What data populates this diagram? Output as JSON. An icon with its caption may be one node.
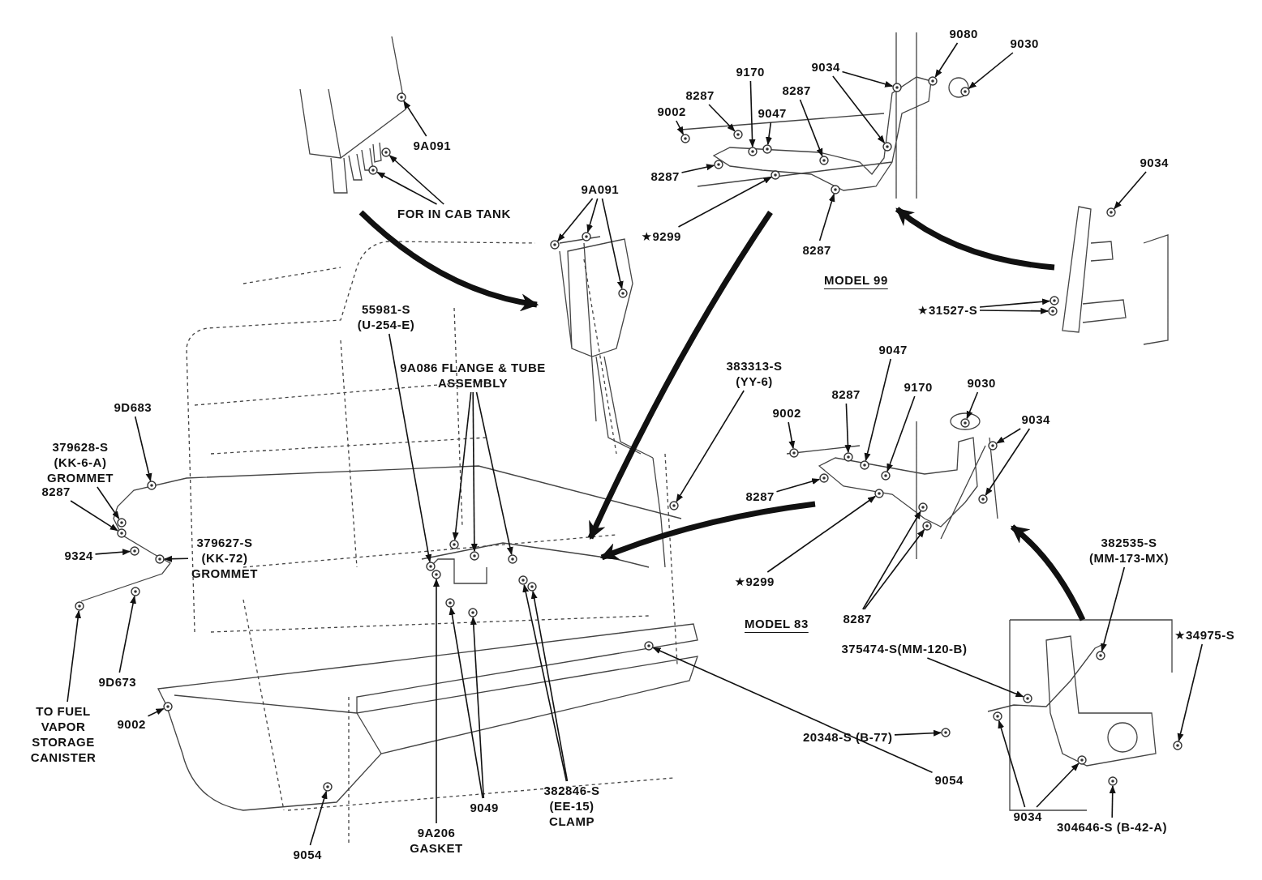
{
  "diagram": {
    "nodes": [
      {
        "text": [
          "9A091"
        ]
      },
      {
        "text": [
          "FOR IN CAB TANK"
        ]
      },
      {
        "text": [
          "9A091"
        ]
      },
      {
        "text": [
          "9002"
        ]
      },
      {
        "text": [
          "8287"
        ]
      },
      {
        "text": [
          "9170"
        ]
      },
      {
        "text": [
          "9047"
        ]
      },
      {
        "text": [
          "8287"
        ]
      },
      {
        "text": [
          "9034"
        ]
      },
      {
        "text": [
          "9080"
        ]
      },
      {
        "text": [
          "9030"
        ]
      },
      {
        "text": [
          "8287"
        ]
      },
      {
        "text": [
          "★9299"
        ]
      },
      {
        "text": [
          "8287"
        ]
      },
      {
        "text": [
          "9034"
        ]
      },
      {
        "text": [
          "★31527-S"
        ]
      },
      {
        "text": [
          "55981-S (U-254-E)"
        ]
      },
      {
        "text": [
          "9A086 FLANGE & TUBE ASSEMBLY"
        ]
      },
      {
        "text": [
          "9D683"
        ]
      },
      {
        "text": [
          "379628-S (KK-6-A) GROMMET"
        ]
      },
      {
        "text": [
          "8287"
        ]
      },
      {
        "text": [
          "9324"
        ]
      },
      {
        "text": [
          "379627-S (KK-72) GROMMET"
        ]
      },
      {
        "text": [
          "9D673"
        ]
      },
      {
        "text": [
          "TO FUEL VAPOR STORAGE CANISTER"
        ]
      },
      {
        "text": [
          "9002"
        ]
      },
      {
        "text": [
          "383313-S (YY-6)"
        ]
      },
      {
        "text": [
          "9002"
        ]
      },
      {
        "text": [
          "8287"
        ]
      },
      {
        "text": [
          "9047"
        ]
      },
      {
        "text": [
          "9170"
        ]
      },
      {
        "text": [
          "9030"
        ]
      },
      {
        "text": [
          "9034"
        ]
      },
      {
        "text": [
          "8287"
        ]
      },
      {
        "text": [
          "★9299"
        ]
      },
      {
        "text": [
          "8287"
        ]
      },
      {
        "text": [
          "382535-S (MM-173-MX)"
        ]
      },
      {
        "text": [
          "★34975-S"
        ]
      },
      {
        "text": [
          "375474-S(MM-120-B)"
        ]
      },
      {
        "text": [
          "20348-S (B-77)"
        ]
      },
      {
        "text": [
          "9034"
        ]
      },
      {
        "text": [
          "304646-S (B-42-A)"
        ]
      },
      {
        "text": [
          "9054"
        ]
      },
      {
        "text": [
          "9054"
        ]
      },
      {
        "text": [
          "9A206 GASKET"
        ]
      },
      {
        "text": [
          "9049"
        ]
      },
      {
        "text": [
          "382846-S (EE-15) CLAMP"
        ]
      },
      {
        "text": [],
        "shape": "picture"
      },
      {
        "text": [],
        "shape": "picture"
      },
      {
        "text": [],
        "shape": "picture"
      },
      {
        "text": [],
        "shape": "picture"
      },
      {
        "text": [],
        "shape": "picture"
      },
      {
        "text": [],
        "shape": "picture"
      },
      {
        "text": [],
        "shape": "picture"
      },
      {
        "text": [],
        "shape": "picture"
      },
      {
        "text": [],
        "shape": "picture"
      },
      {
        "text": [],
        "shape": "picture"
      },
      {
        "text": [],
        "shape": "picture"
      },
      {
        "text": [],
        "shape": "picture"
      },
      {
        "text": [],
        "shape": "picture"
      },
      {
        "text": [],
        "shape": "picture"
      },
      {
        "text": [],
        "shape": "picture"
      },
      {
        "text": [],
        "shape": "picture"
      },
      {
        "text": [],
        "shape": "picture"
      },
      {
        "text": [],
        "shape": "picture"
      },
      {
        "text": [],
        "shape": "picture"
      },
      {
        "text": [],
        "shape": "picture"
      },
      {
        "text": [],
        "shape": "picture"
      },
      {
        "text": [],
        "shape": "picture"
      },
      {
        "text": [],
        "shape": "picture"
      },
      {
        "text": [],
        "shape": "picture"
      },
      {
        "text": [],
        "shape": "picture"
      },
      {
        "text": [],
        "shape": "picture"
      },
      {
        "text": [],
        "shape": "picture"
      },
      {
        "text": [],
        "shape": "picture"
      },
      {
        "text": [],
        "shape": "picture"
      },
      {
        "text": [],
        "shape": "picture"
      },
      {
        "text": [],
        "shape": "picture"
      },
      {
        "text": [],
        "shape": "picture"
      },
      {
        "text": [],
        "shape": "picture"
      },
      {
        "text": [],
        "shape": "picture"
      },
      {
        "text": [],
        "shape": "picture"
      },
      {
        "text": [],
        "shape": "picture"
      },
      {
        "text": [],
        "shape": "picture"
      },
      {
        "text": [],
        "shape": "picture"
      },
      {
        "text": [],
        "shape": "picture"
      },
      {
        "text": [],
        "shape": "picture"
      },
      {
        "text": [],
        "shape": "picture"
      },
      {
        "text": [],
        "shape": "picture"
      },
      {
        "text": [],
        "shape": "picture"
      },
      {
        "text": [],
        "shape": "picture"
      },
      {
        "text": [],
        "shape": "picture"
      },
      {
        "text": [],
        "shape": "picture"
      },
      {
        "text": [],
        "shape": "picture"
      },
      {
        "text": [],
        "shape": "picture"
      },
      {
        "text": [],
        "shape": "picture"
      },
      {
        "text": [],
        "shape": "picture"
      },
      {
        "text": [],
        "shape": "picture"
      },
      {
        "text": [],
        "shape": "picture"
      },
      {
        "text": [],
        "shape": "picture"
      },
      {
        "text": [],
        "shape": "picture"
      },
      {
        "text": [],
        "shape": "picture"
      },
      {
        "text": [],
        "shape": "picture"
      },
      {
        "text": [],
        "shape": "picture"
      },
      {
        "text": [],
        "shape": "picture"
      },
      {
        "text": [],
        "shape": "picture"
      }
    ],
    "edges": [
      {
        "from": 0,
        "to": 47,
        "arrow": "to"
      },
      {
        "from": 1,
        "to": 48,
        "arrow": "to"
      },
      {
        "from": 1,
        "to": 49,
        "arrow": "to"
      },
      {
        "from": 2,
        "to": 50,
        "arrow": "to"
      },
      {
        "from": 2,
        "to": 51,
        "arrow": "to"
      },
      {
        "from": 2,
        "to": 52,
        "arrow": "to"
      },
      {
        "from": 3,
        "to": 53,
        "arrow": "to"
      },
      {
        "from": 4,
        "to": 54,
        "arrow": "to"
      },
      {
        "from": 5,
        "to": 55,
        "arrow": "to"
      },
      {
        "from": 6,
        "to": 56,
        "arrow": "to"
      },
      {
        "from": 7,
        "to": 57,
        "arrow": "to"
      },
      {
        "from": 8,
        "to": 58,
        "arrow": "to"
      },
      {
        "from": 8,
        "to": 59,
        "arrow": "to"
      },
      {
        "from": 9,
        "to": 60,
        "arrow": "to"
      },
      {
        "from": 10,
        "to": 61,
        "arrow": "to"
      },
      {
        "from": 11,
        "to": 62,
        "arrow": "to"
      },
      {
        "from": 12,
        "to": 63,
        "arrow": "to"
      },
      {
        "from": 13,
        "to": 64,
        "arrow": "to"
      },
      {
        "from": 14,
        "to": 65,
        "arrow": "to"
      },
      {
        "from": 15,
        "to": 66,
        "arrow": "to"
      },
      {
        "from": 15,
        "to": 67,
        "arrow": "to"
      },
      {
        "from": 16,
        "to": 68,
        "arrow": "to"
      },
      {
        "from": 17,
        "to": 69,
        "arrow": "to"
      },
      {
        "from": 17,
        "to": 70,
        "arrow": "to"
      },
      {
        "from": 17,
        "to": 71,
        "arrow": "to"
      },
      {
        "from": 18,
        "to": 72,
        "arrow": "to"
      },
      {
        "from": 19,
        "to": 73,
        "arrow": "to"
      },
      {
        "from": 20,
        "to": 74,
        "arrow": "to"
      },
      {
        "from": 21,
        "to": 75,
        "arrow": "to"
      },
      {
        "from": 22,
        "to": 76,
        "arrow": "to"
      },
      {
        "from": 23,
        "to": 77,
        "arrow": "to"
      },
      {
        "from": 24,
        "to": 78,
        "arrow": "to"
      },
      {
        "from": 25,
        "to": 79,
        "arrow": "to"
      },
      {
        "from": 26,
        "to": 80,
        "arrow": "to"
      },
      {
        "from": 27,
        "to": 81,
        "arrow": "to"
      },
      {
        "from": 28,
        "to": 82,
        "arrow": "to"
      },
      {
        "from": 29,
        "to": 83,
        "arrow": "to"
      },
      {
        "from": 30,
        "to": 84,
        "arrow": "to"
      },
      {
        "from": 31,
        "to": 85,
        "arrow": "to"
      },
      {
        "from": 32,
        "to": 86,
        "arrow": "to"
      },
      {
        "from": 32,
        "to": 87,
        "arrow": "to"
      },
      {
        "from": 33,
        "to": 88,
        "arrow": "to"
      },
      {
        "from": 34,
        "to": 89,
        "arrow": "to"
      },
      {
        "from": 35,
        "to": 90,
        "arrow": "to"
      },
      {
        "from": 35,
        "to": 91,
        "arrow": "to"
      },
      {
        "from": 36,
        "to": 92,
        "arrow": "to"
      },
      {
        "from": 37,
        "to": 93,
        "arrow": "to"
      },
      {
        "from": 38,
        "to": 94,
        "arrow": "to"
      },
      {
        "from": 39,
        "to": 95,
        "arrow": "to"
      },
      {
        "from": 40,
        "to": 96,
        "arrow": "to"
      },
      {
        "from": 40,
        "to": 97,
        "arrow": "to"
      },
      {
        "from": 41,
        "to": 98,
        "arrow": "to"
      },
      {
        "from": 42,
        "to": 99,
        "arrow": "to"
      },
      {
        "from": 43,
        "to": 100,
        "arrow": "to"
      },
      {
        "from": 44,
        "to": 101,
        "arrow": "to"
      },
      {
        "from": 45,
        "to": 102,
        "arrow": "to"
      },
      {
        "from": 45,
        "to": 103,
        "arrow": "to"
      },
      {
        "from": 46,
        "to": 104,
        "arrow": "to"
      },
      {
        "from": 46,
        "to": 105,
        "arrow": "to"
      }
    ],
    "labels": [
      "MODEL 99",
      "MODEL 83"
    ]
  }
}
